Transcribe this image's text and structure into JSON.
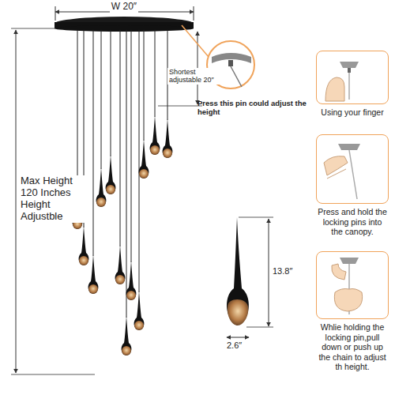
{
  "diagram": {
    "nodes": [
      {
        "text": [
          "Using your finger"
        ]
      },
      {
        "text": [
          "Press and hold the locking pins into the canopy."
        ]
      },
      {
        "text": [
          "Whlie holding the locking pin,pull down or push up the chain to adjust th height."
        ]
      }
    ],
    "labels": [
      "W 20″",
      "Shortest adjustable 20″",
      "Press this pin could adjust the height",
      "Max Height 120 Inches Height Adjustble",
      "13.8″",
      "2.6″"
    ]
  }
}
